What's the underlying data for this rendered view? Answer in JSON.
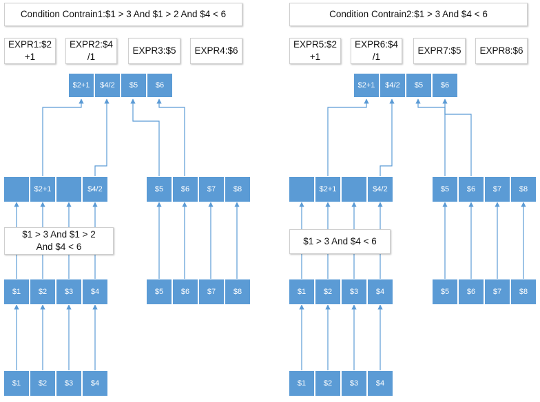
{
  "left": {
    "condition_title": "Condition Contrain1:$1 > 3 And $1 > 2 And $4 < 6",
    "exprs": [
      "EXPR1:$2\n+1",
      "EXPR2:$4\n/1",
      "EXPR3:$5",
      "EXPR4:$6"
    ],
    "output_cells": [
      "$2+1",
      "$4/2",
      "$5",
      "$6"
    ],
    "mid_left_cells": [
      "",
      "$2+1",
      "",
      "$4/2"
    ],
    "mid_right_cells": [
      "$5",
      "$6",
      "$7",
      "$8"
    ],
    "filter_label": "$1 > 3 And $1 > 2\nAnd $4 < 6",
    "lower_left_cells": [
      "$1",
      "$2",
      "$3",
      "$4"
    ],
    "lower_right_cells": [
      "$5",
      "$6",
      "$7",
      "$8"
    ],
    "input_cells": [
      "$1",
      "$2",
      "$3",
      "$4"
    ]
  },
  "right": {
    "condition_title": "Condition Contrain2:$1 > 3 And $4 < 6",
    "exprs": [
      "EXPR5:$2\n+1",
      "EXPR6:$4\n/1",
      "EXPR7:$5",
      "EXPR8:$6"
    ],
    "output_cells": [
      "$2+1",
      "$4/2",
      "$5",
      "$6"
    ],
    "mid_left_cells": [
      "",
      "$2+1",
      "",
      "$4/2"
    ],
    "mid_right_cells": [
      "$5",
      "$6",
      "$7",
      "$8"
    ],
    "filter_label": "$1 > 3 And $4 < 6",
    "lower_left_cells": [
      "$1",
      "$2",
      "$3",
      "$4"
    ],
    "lower_right_cells": [
      "$5",
      "$6",
      "$7",
      "$8"
    ],
    "input_cells": [
      "$1",
      "$2",
      "$3",
      "$4"
    ]
  },
  "colors": {
    "cell_fill": "#5b9bd5",
    "wire": "#5b9bd5",
    "box_border": "#cfcfcf"
  }
}
